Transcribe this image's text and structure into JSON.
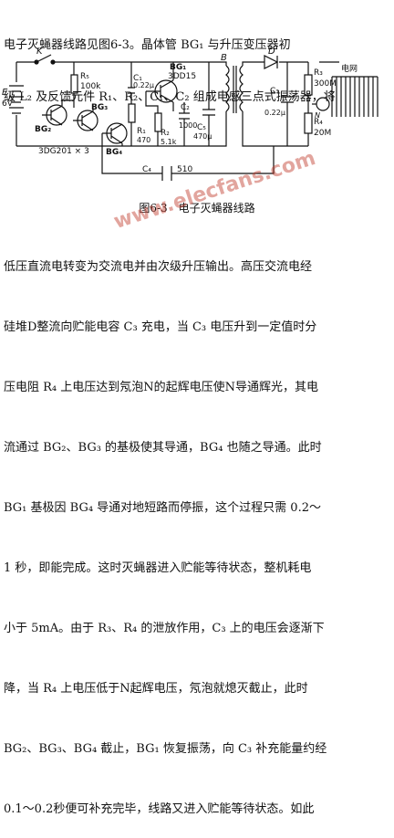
{
  "top_paragraph": [
    "电子灭蝇器线路见图6-3。晶体管 BG₁ 与升压变压器初",
    "级 L₂ 及反馈元件 R₁、R₂、C₁、C₂ 组成电感三点式振荡器，将"
  ],
  "figure": {
    "labels": {
      "K": "K",
      "E": "E",
      "E_value": "6V",
      "R5": "R₅",
      "R5_value": "100k",
      "BG1": "BG₁",
      "BG1_type": "3DD15",
      "BG2": "BG₂",
      "BG3": "BG₃",
      "BG4": "BG₄",
      "BG_types": "3DG201 × 3",
      "C1": "C₁",
      "C1_value": "0.22μ",
      "C2": "C₂",
      "C2_value": "1000",
      "R1": "R₁",
      "R1_value": "470",
      "R2": "R₂",
      "R2_value": "5.1k",
      "C5": "C₅",
      "C5_value": "470μ",
      "B": "B",
      "D": "D",
      "C3": "C₃",
      "C3_value": "0.22μ",
      "R3": "R₃",
      "R3_value": "300M",
      "R4": "R₄",
      "R4_value": "20M",
      "grid": "电网",
      "C4": "C₄",
      "C4_value": "510",
      "N": "N"
    },
    "caption": "图6-3　电子灭蝇器线路"
  },
  "body_paragraph": [
    "低压直流电转变为交流电并由次级升压输出。高压交流电经",
    "硅堆D整流向贮能电容 C₃ 充电，当 C₃ 电压升到一定值时分",
    "压电阻 R₄ 上电压达到氖泡N的起辉电压使N导通辉光，其电",
    "流通过 BG₂、BG₃ 的基极使其导通，BG₄ 也随之导通。此时",
    "BG₁ 基极因 BG₄ 导通对地短路而停振，这个过程只需 0.2～",
    "1 秒，即能完成。这时灭蝇器进入贮能等待状态，整机耗电",
    "小于 5mA。由于 R₃、R₄ 的泄放作用，C₃ 上的电压会逐渐下",
    "降，当 R₄ 上电压低于N起辉电压，氖泡就熄灭截止，此时",
    "BG₂、BG₃、BG₄ 截止，BG₁ 恢复振荡，向 C₃ 补充能量约经",
    "0.1～0.2秒便可补充完毕，线路又进入贮能等待状态。如此"
  ],
  "watermark": "www.elecfans.com"
}
